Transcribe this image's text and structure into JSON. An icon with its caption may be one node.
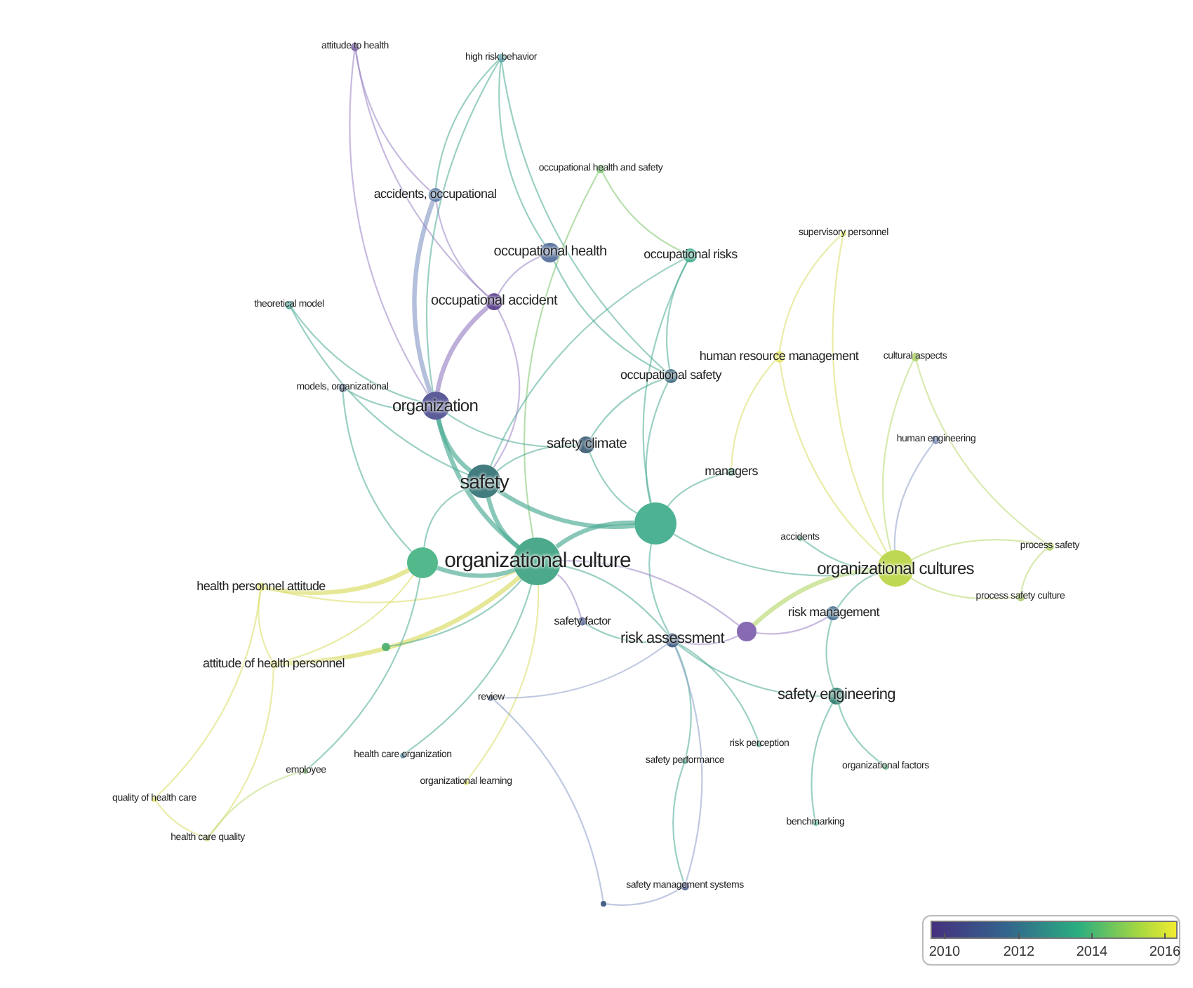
{
  "diagram": {
    "nodes": [
      {
        "text": [
          "attitude to health"
        ]
      },
      {
        "text": [
          "high risk behavior"
        ]
      },
      {
        "text": [
          "occupational health and safety"
        ]
      },
      {
        "text": [
          "accidents, occupational"
        ]
      },
      {
        "text": [
          "occupational health"
        ]
      },
      {
        "text": [
          "occupational risks"
        ]
      },
      {
        "text": [
          "supervisory personnel"
        ]
      },
      {
        "text": [
          "occupational accident"
        ]
      },
      {
        "text": [
          "theoretical model"
        ]
      },
      {
        "text": [
          "human resource management"
        ]
      },
      {
        "text": [
          "cultural aspects"
        ]
      },
      {
        "text": [
          "occupational safety"
        ]
      },
      {
        "text": [
          "models, organizational"
        ]
      },
      {
        "text": [
          "organization"
        ]
      },
      {
        "text": [
          "human engineering"
        ]
      },
      {
        "text": [
          "safety climate"
        ]
      },
      {
        "text": [
          "managers"
        ]
      },
      {
        "text": [
          "safety"
        ]
      },
      {
        "text": [],
        "shape": "circle"
      },
      {
        "text": [
          "accidents"
        ]
      },
      {
        "text": [
          "process safety"
        ]
      },
      {
        "text": [
          "organizational culture"
        ]
      },
      {
        "text": [],
        "shape": "circle"
      },
      {
        "text": [
          "organizational cultures"
        ]
      },
      {
        "text": [
          "health personnel attitude"
        ]
      },
      {
        "text": [
          "process safety culture"
        ]
      },
      {
        "text": [
          "safety factor"
        ]
      },
      {
        "text": [
          "risk management"
        ]
      },
      {
        "text": [],
        "shape": "circle"
      },
      {
        "text": [
          "risk assessment"
        ]
      },
      {
        "text": [],
        "shape": "circle"
      },
      {
        "text": [
          "attitude of health personnel"
        ]
      },
      {
        "text": [
          "safety engineering"
        ]
      },
      {
        "text": [
          "review"
        ]
      },
      {
        "text": [
          "risk perception"
        ]
      },
      {
        "text": [
          "safety performance"
        ]
      },
      {
        "text": [
          "health care organization"
        ]
      },
      {
        "text": [
          "organizational factors"
        ]
      },
      {
        "text": [
          "employee"
        ]
      },
      {
        "text": [
          "organizational learning"
        ]
      },
      {
        "text": [
          "quality of health care"
        ]
      },
      {
        "text": [
          "benchmarking"
        ]
      },
      {
        "text": [
          "health care quality"
        ]
      },
      {
        "text": [
          "safety management systems"
        ]
      },
      {
        "text": [],
        "shape": "circle"
      }
    ],
    "edges": [
      {
        "from": 13,
        "to": 17,
        "arrow": "none",
        "style": "thick"
      },
      {
        "from": 13,
        "to": 21,
        "arrow": "none",
        "style": "thick"
      },
      {
        "from": 17,
        "to": 21,
        "arrow": "none",
        "style": "thick"
      },
      {
        "from": 18,
        "to": 21,
        "arrow": "none",
        "style": "thick"
      },
      {
        "from": 22,
        "to": 21,
        "arrow": "none",
        "style": "thick"
      },
      {
        "from": 3,
        "to": 13,
        "arrow": "none",
        "style": "thick",
        "color": "#8a9cc8"
      },
      {
        "from": 7,
        "to": 13,
        "arrow": "none",
        "style": "thick",
        "color": "#9a84c4"
      },
      {
        "from": 3,
        "to": 7,
        "arrow": "none",
        "color": "#9a84c4"
      },
      {
        "from": 4,
        "to": 7,
        "arrow": "none",
        "color": "#9a84c4"
      },
      {
        "from": 0,
        "to": 3,
        "arrow": "none",
        "color": "#9a84c4"
      },
      {
        "from": 0,
        "to": 7,
        "arrow": "none",
        "color": "#9a84c4"
      },
      {
        "from": 0,
        "to": 13,
        "arrow": "none",
        "color": "#9a84c4"
      },
      {
        "from": 1,
        "to": 3,
        "arrow": "none"
      },
      {
        "from": 1,
        "to": 4,
        "arrow": "none"
      },
      {
        "from": 1,
        "to": 13,
        "arrow": "none"
      },
      {
        "from": 1,
        "to": 11,
        "arrow": "none"
      },
      {
        "from": 2,
        "to": 5,
        "arrow": "none",
        "color": "#7cc46a"
      },
      {
        "from": 2,
        "to": 21,
        "arrow": "none",
        "color": "#7cc46a"
      },
      {
        "from": 5,
        "to": 18,
        "arrow": "none"
      },
      {
        "from": 5,
        "to": 11,
        "arrow": "none"
      },
      {
        "from": 5,
        "to": 17,
        "arrow": "none"
      },
      {
        "from": 6,
        "to": 9,
        "arrow": "none",
        "color": "#d8dc60"
      },
      {
        "from": 6,
        "to": 23,
        "arrow": "none",
        "color": "#d8dc60"
      },
      {
        "from": 9,
        "to": 23,
        "arrow": "none",
        "color": "#d8dc60"
      },
      {
        "from": 9,
        "to": 16,
        "arrow": "none",
        "color": "#d8dc60"
      },
      {
        "from": 10,
        "to": 23,
        "arrow": "none",
        "color": "#b8d870"
      },
      {
        "from": 10,
        "to": 20,
        "arrow": "none",
        "color": "#b8d870"
      },
      {
        "from": 11,
        "to": 18,
        "arrow": "none"
      },
      {
        "from": 11,
        "to": 15,
        "arrow": "none"
      },
      {
        "from": 14,
        "to": 23,
        "arrow": "none",
        "color": "#8a9cc8"
      },
      {
        "from": 15,
        "to": 17,
        "arrow": "none"
      },
      {
        "from": 15,
        "to": 18,
        "arrow": "none"
      },
      {
        "from": 16,
        "to": 18,
        "arrow": "none"
      },
      {
        "from": 17,
        "to": 18,
        "arrow": "none",
        "style": "thick"
      },
      {
        "from": 18,
        "to": 23,
        "arrow": "none"
      },
      {
        "from": 18,
        "to": 29,
        "arrow": "none"
      },
      {
        "from": 19,
        "to": 23,
        "arrow": "none"
      },
      {
        "from": 20,
        "to": 23,
        "arrow": "none",
        "color": "#b8d870"
      },
      {
        "from": 20,
        "to": 25,
        "arrow": "none",
        "color": "#b8d870"
      },
      {
        "from": 23,
        "to": 25,
        "arrow": "none",
        "color": "#b8d870"
      },
      {
        "from": 23,
        "to": 27,
        "arrow": "none"
      },
      {
        "from": 23,
        "to": 28,
        "arrow": "none",
        "style": "thick",
        "color": "#b8d870"
      },
      {
        "from": 24,
        "to": 22,
        "arrow": "none",
        "style": "thick",
        "color": "#d8dc60"
      },
      {
        "from": 24,
        "to": 31,
        "arrow": "none",
        "color": "#d8dc60"
      },
      {
        "from": 24,
        "to": 21,
        "arrow": "none",
        "color": "#d8dc60"
      },
      {
        "from": 31,
        "to": 22,
        "arrow": "none",
        "color": "#d8dc60"
      },
      {
        "from": 31,
        "to": 21,
        "arrow": "none",
        "style": "thick",
        "color": "#d8dc60"
      },
      {
        "from": 40,
        "to": 24,
        "arrow": "none",
        "color": "#d8dc60"
      },
      {
        "from": 40,
        "to": 42,
        "arrow": "none",
        "color": "#d8dc60"
      },
      {
        "from": 42,
        "to": 31,
        "arrow": "none",
        "color": "#d8dc60"
      },
      {
        "from": 38,
        "to": 22,
        "arrow": "none"
      },
      {
        "from": 38,
        "to": 42,
        "arrow": "none",
        "color": "#b8d870"
      },
      {
        "from": 36,
        "to": 21,
        "arrow": "none"
      },
      {
        "from": 39,
        "to": 21,
        "arrow": "none",
        "color": "#d8dc60"
      },
      {
        "from": 33,
        "to": 29,
        "arrow": "none",
        "color": "#8a9cc8"
      },
      {
        "from": 26,
        "to": 21,
        "arrow": "none",
        "color": "#9a84c4"
      },
      {
        "from": 26,
        "to": 29,
        "arrow": "none"
      },
      {
        "from": 29,
        "to": 28,
        "arrow": "none",
        "color": "#9a84c4"
      },
      {
        "from": 27,
        "to": 32,
        "arrow": "none"
      },
      {
        "from": 29,
        "to": 32,
        "arrow": "none"
      },
      {
        "from": 32,
        "to": 37,
        "arrow": "none"
      },
      {
        "from": 32,
        "to": 41,
        "arrow": "none"
      },
      {
        "from": 34,
        "to": 29,
        "arrow": "none"
      },
      {
        "from": 35,
        "to": 29,
        "arrow": "none"
      },
      {
        "from": 35,
        "to": 43,
        "arrow": "none"
      },
      {
        "from": 43,
        "to": 29,
        "arrow": "none",
        "color": "#8a9cc8"
      },
      {
        "from": 44,
        "to": 43,
        "arrow": "none",
        "color": "#8a9cc8"
      },
      {
        "from": 44,
        "to": 33,
        "arrow": "none",
        "color": "#8a9cc8"
      },
      {
        "from": 8,
        "to": 13,
        "arrow": "none"
      },
      {
        "from": 8,
        "to": 17,
        "arrow": "none"
      },
      {
        "from": 12,
        "to": 13,
        "arrow": "none"
      },
      {
        "from": 12,
        "to": 22,
        "arrow": "none"
      },
      {
        "from": 30,
        "to": 21,
        "arrow": "none"
      },
      {
        "from": 22,
        "to": 17,
        "arrow": "none"
      },
      {
        "from": 13,
        "to": 15,
        "arrow": "none"
      },
      {
        "from": 4,
        "to": 11,
        "arrow": "none"
      },
      {
        "from": 7,
        "to": 17,
        "arrow": "none",
        "color": "#9a84c4"
      },
      {
        "from": 28,
        "to": 27,
        "arrow": "none",
        "color": "#9a84c4"
      },
      {
        "from": 29,
        "to": 21,
        "arrow": "none"
      },
      {
        "from": 28,
        "to": 21,
        "arrow": "none",
        "color": "#9a84c4"
      }
    ],
    "labels": [
      "2010",
      "2012",
      "2014",
      "2016"
    ]
  }
}
